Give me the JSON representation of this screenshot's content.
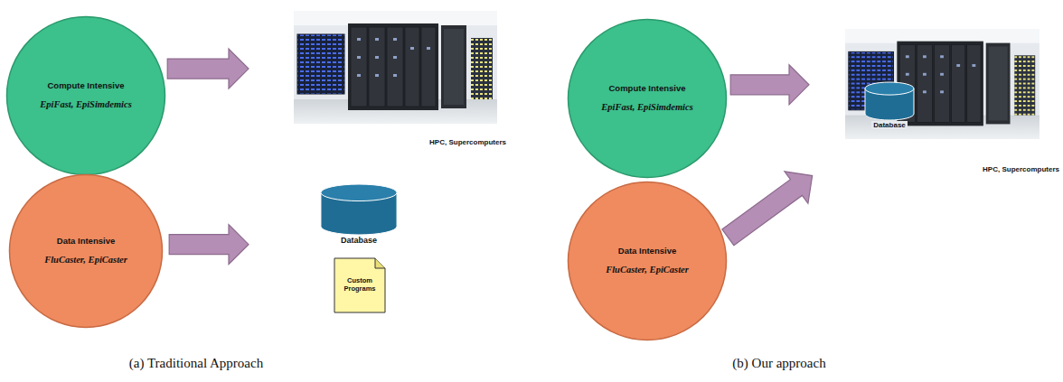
{
  "diagram": {
    "nodes": [
      {
        "text": [
          "Compute Intensive",
          "EpiFast, EpiSimdemics"
        ]
      },
      {
        "text": [
          "HPC, Supercomputers"
        ]
      },
      {
        "text": [
          "Data Intensive",
          "FluCaster, EpiCaster"
        ]
      },
      {
        "text": [
          "Database"
        ]
      },
      {
        "text": [
          "Custom Programs"
        ]
      },
      {
        "text": [
          "Compute Intensive",
          "EpiFast, EpiSimdemics"
        ]
      },
      {
        "text": [
          "HPC, Supercomputers"
        ]
      },
      {
        "text": [
          "Database"
        ],
        "in": 6
      },
      {
        "text": [
          "Data Intensive",
          "FluCaster, EpiCaster"
        ]
      }
    ],
    "edges": [
      {
        "from": 0,
        "to": 1,
        "arrow": "to"
      },
      {
        "from": 2,
        "to": 3,
        "arrow": "to"
      },
      {
        "from": 5,
        "to": 6,
        "arrow": "to"
      },
      {
        "from": 8,
        "to": 6,
        "arrow": "to"
      }
    ],
    "labels": [
      "(a) Traditional Approach",
      "(b) Our approach"
    ]
  }
}
